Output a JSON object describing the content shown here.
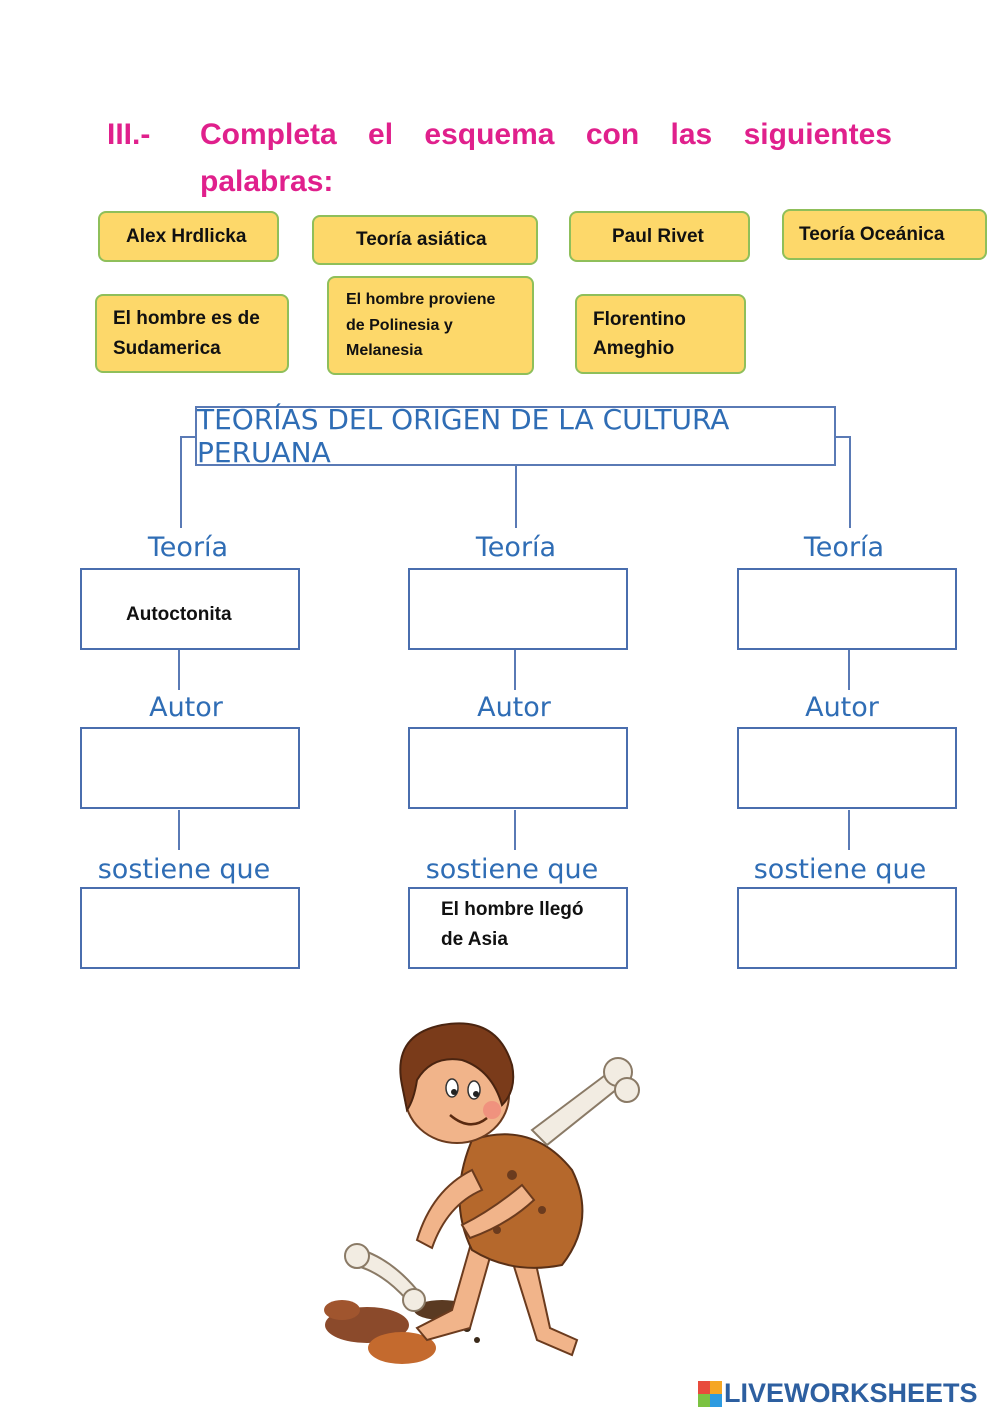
{
  "exercise": {
    "number": "III.-",
    "instruction_words": [
      "Completa",
      "el",
      "esquema",
      "con",
      "las",
      "siguientes"
    ],
    "instruction_line2": "palabras:"
  },
  "word_bank": [
    {
      "lines": [
        "Alex Hrdlicka"
      ]
    },
    {
      "lines": [
        "Teoría asiática"
      ]
    },
    {
      "lines": [
        "Paul Rivet"
      ]
    },
    {
      "lines": [
        "Teoría Oceánica"
      ]
    },
    {
      "lines": [
        "El hombre es de",
        "Sudamerica"
      ]
    },
    {
      "lines": [
        "El hombre proviene",
        "de Polinesia y",
        "Melanesia"
      ]
    },
    {
      "lines": [
        "Florentino",
        "Ameghio"
      ]
    }
  ],
  "diagram": {
    "title": "TEORÍAS DEL ORIGEN DE LA CULTURA PERUANA",
    "label_teoria": "Teoría",
    "label_autor": "Autor",
    "label_sostiene": "sostiene que",
    "columns": [
      {
        "teoria": "Autoctonita",
        "autor": "",
        "sostiene": [
          "",
          ""
        ]
      },
      {
        "teoria": "",
        "autor": "",
        "sostiene": [
          "El hombre llegó",
          "de Asia"
        ]
      },
      {
        "teoria": "",
        "autor": "",
        "sostiene": [
          "",
          ""
        ]
      }
    ]
  },
  "brand": {
    "name": "LIVEWORKSHEETS",
    "colors": {
      "l": "#e84b3c",
      "i": "#f5a623",
      "v": "#7cc242",
      "e": "#2d9be0",
      "text": "#2d5fa0"
    }
  },
  "colors": {
    "title": "#e0208c",
    "chip_fill": "#fdd86a",
    "chip_border": "#8fbf5a",
    "diagram_blue": "#2f6db5"
  }
}
